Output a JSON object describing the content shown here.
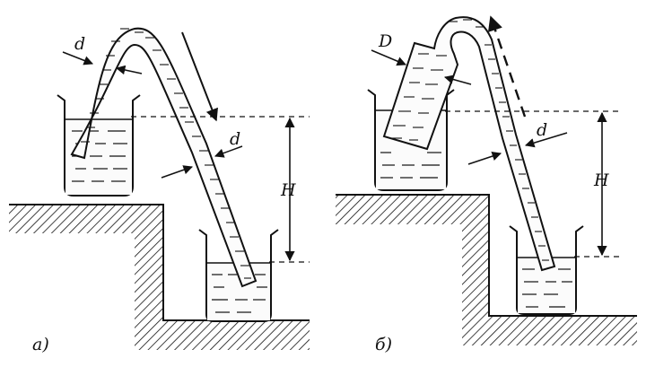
{
  "panels": [
    {
      "caption": "а)",
      "labels": {
        "tube_diameter_left": "d",
        "tube_diameter_right": "d",
        "height": "H"
      }
    },
    {
      "caption": "б)",
      "labels": {
        "wide_diameter": "D",
        "tube_diameter": "d",
        "height": "H"
      }
    }
  ],
  "colors": {
    "ink": "#111111",
    "background": "#ffffff"
  }
}
